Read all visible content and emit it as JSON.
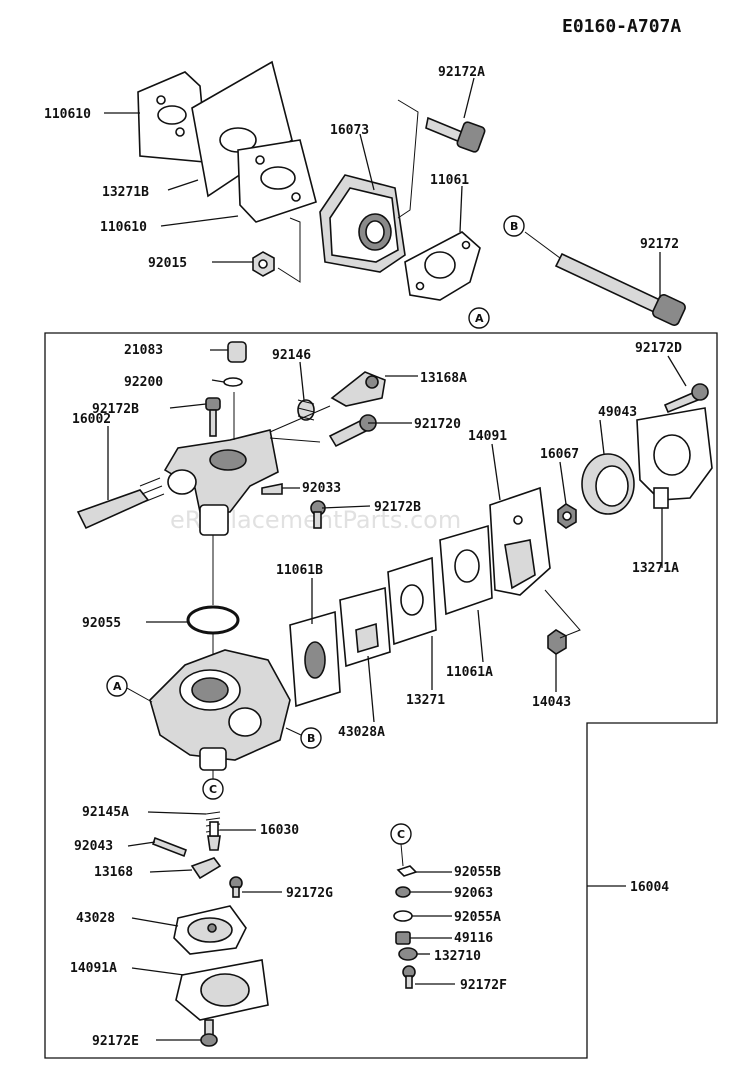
{
  "diagram_id": "E0160-A707A",
  "watermark": "eReplacementParts.com",
  "parts": {
    "p110610_top": "110610",
    "p13271B": "13271B",
    "p110610_bot": "110610",
    "p92015": "92015",
    "p16073": "16073",
    "p92172A": "92172A",
    "p11061": "11061",
    "p92172": "92172",
    "p21083": "21083",
    "p92146": "92146",
    "p13168A": "13168A",
    "p92200": "92200",
    "p92172B_a": "92172B",
    "p921720": "921720",
    "p16002": "16002",
    "p92033": "92033",
    "p92172B_b": "92172B",
    "p92172D": "92172D",
    "p49043": "49043",
    "p14091": "14091",
    "p16067": "16067",
    "p13271A": "13271A",
    "p11061B": "11061B",
    "p92055": "92055",
    "p11061A": "11061A",
    "p13271": "13271",
    "p43028A": "43028A",
    "p14043": "14043",
    "p92145A": "92145A",
    "p16030": "16030",
    "p92043": "92043",
    "p13168": "13168",
    "p92172G": "92172G",
    "p43028": "43028",
    "p14091A": "14091A",
    "p92172E": "92172E",
    "p92055B": "92055B",
    "p92063": "92063",
    "p92055A": "92055A",
    "p49116": "49116",
    "p132710": "132710",
    "p92172F": "92172F",
    "p16004": "16004"
  },
  "bubbles": {
    "A": "A",
    "B": "B",
    "C": "C"
  }
}
